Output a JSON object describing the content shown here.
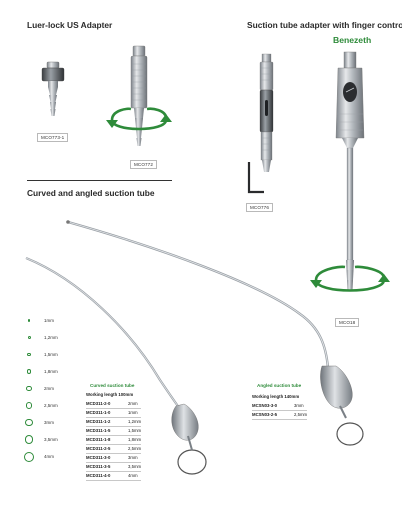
{
  "headings": {
    "luer_adapter": "Luer-lock US Adapter",
    "suction_adapter": "Suction tube adapter with finger control",
    "brand": "Benezeth",
    "curved_section": "Curved and angled suction tube"
  },
  "codes": {
    "luer": "MCO773-1",
    "adapter": "MCO772",
    "finger": "MCO776",
    "benezeth": "MCO18"
  },
  "sizes": [
    {
      "label": "1mm",
      "d": 2.2
    },
    {
      "label": "1,2mm",
      "d": 3.0
    },
    {
      "label": "1,5mm",
      "d": 3.8
    },
    {
      "label": "1,8mm",
      "d": 4.8
    },
    {
      "label": "2mm",
      "d": 5.6
    },
    {
      "label": "2,5mm",
      "d": 6.8
    },
    {
      "label": "3mm",
      "d": 7.8
    },
    {
      "label": "3,5mm",
      "d": 8.8
    },
    {
      "label": "4mm",
      "d": 10.0
    }
  ],
  "curved_table": {
    "title": "Curved suction tube",
    "working_length": "Working length 100mm",
    "rows": [
      [
        "MCD311-2-0",
        "2mm"
      ],
      [
        "MCD311-1-0",
        "1mm"
      ],
      [
        "MCD311-1-2",
        "1,2mm"
      ],
      [
        "MCD311-1-5",
        "1,5mm"
      ],
      [
        "MCD311-1-8",
        "1,8mm"
      ],
      [
        "MCD311-2-5",
        "2,5mm"
      ],
      [
        "MCD311-3-0",
        "3mm"
      ],
      [
        "MCD311-3-5",
        "3,5mm"
      ],
      [
        "MCD311-4-0",
        "4mm"
      ]
    ]
  },
  "angled_table": {
    "title": "Angled suction tube",
    "working_length": "Working length 140mm",
    "rows": [
      [
        "MCSN03-3-0",
        "3mm"
      ],
      [
        "MCSN03-2-5",
        "2,5mm"
      ]
    ]
  },
  "colors": {
    "accent": "#2e8b3a",
    "text": "#1a1a1a",
    "steel": "#b7bcc2"
  }
}
